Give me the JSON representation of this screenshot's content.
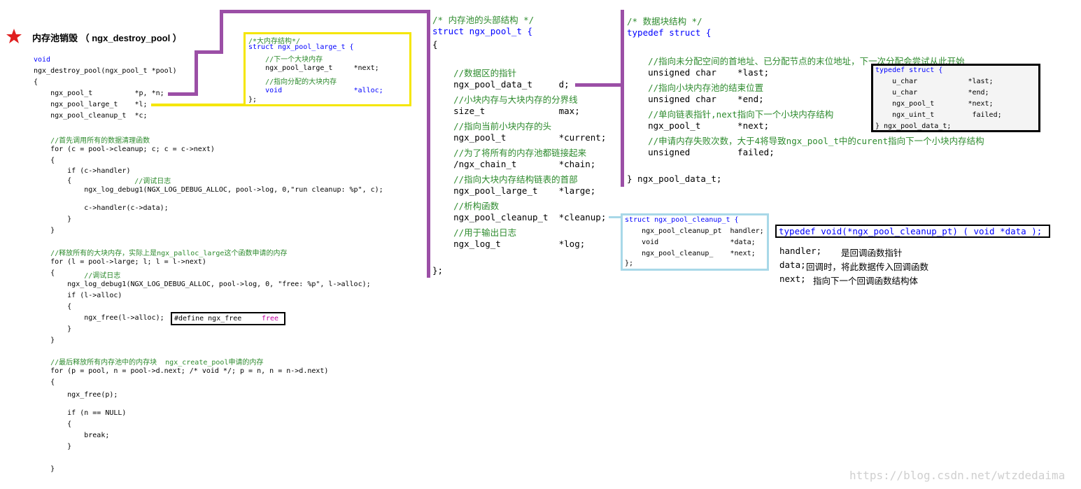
{
  "header": {
    "title": "内存池销毁 （ ngx_destroy_pool ）"
  },
  "destroy_code": [
    "void",
    "ngx_destroy_pool(ngx_pool_t *pool)",
    "{",
    "    ngx_pool_t          *p, *n;",
    "    ngx_pool_large_t    *l;",
    "    ngx_pool_cleanup_t  *c;",
    "    //首先调用所有的数据清理函数",
    "    for (c = pool->cleanup; c; c = c->next)",
    "    {",
    "        if (c->handler)",
    "        {",
    "            //调试日志",
    "            ngx_log_debug1(NGX_LOG_DEBUG_ALLOC, pool->log, 0,\"run cleanup: %p\", c);",
    "            c->handler(c->data);",
    "        }",
    "    }",
    "    //释放所有的大块内存，实际上是ngx_palloc_large这个函数申请的内存",
    "    for (l = pool->large; l; l = l->next)",
    "    {",
    "            //调试日志",
    "        ngx_log_debug1(NGX_LOG_DEBUG_ALLOC, pool->log, 0, \"free: %p\", l->alloc);",
    "        if (l->alloc)",
    "        {",
    "            ngx_free(l->alloc);",
    "        }",
    "    }",
    "    //最后释放所有内存池中的内存块  ngx_create_pool申请的内存",
    "    for (p = pool, n = pool->d.next; /* void */; p = n, n = n->d.next)",
    "    {",
    "        ngx_free(p);",
    "        if (n == NULL)",
    "        {",
    "            break;",
    "        }",
    "    }",
    "}"
  ],
  "define_box": {
    "text": "#define ngx_free   ",
    "keyword": "free"
  },
  "large_box": [
    "/*大内存结构*/",
    "struct ngx_pool_large_t {",
    "    //下一个大块内存",
    "    ngx_pool_large_t     *next;",
    "    //指向分配的大块内存",
    "    void                 *alloc;",
    "};"
  ],
  "pool_struct": [
    "/* 内存池的头部结构 */",
    "struct ngx_pool_t {",
    "{",
    "    //数据区的指针",
    "    ngx_pool_data_t     d;",
    "    //小块内存与大块内存的分界线",
    "    size_t              max;",
    "    //指向当前小块内存的头",
    "    ngx_pool_t          *current;",
    "    //为了将所有的内存池都链接起来",
    "    /ngx_chain_t        *chain;",
    "    //指向大块内存结构链表的首部",
    "    ngx_pool_large_t    *large;",
    "    //析构函数",
    "    ngx_pool_cleanup_t  *cleanup;",
    "    //用于输出日志",
    "    ngx_log_t           *log;",
    "};"
  ],
  "data_struct": [
    "/* 数据块结构 */",
    "typedef struct {",
    "    //指向未分配空间的首地址、已分配节点的末位地址，下一次分配会尝试从此开始",
    "    unsigned char    *last;",
    "    //指向小块内存池的结束位置",
    "    unsigned char    *end;",
    "    //单向链表指针,next指向下一个小块内存结构",
    "    ngx_pool_t       *next;",
    "    //申请内存失败次数，大于4将导致ngx_pool_t中的curent指向下一个小块内存结构",
    "    unsigned         failed;",
    "} ngx_pool_data_t;"
  ],
  "data_box": [
    "typedef struct {",
    "    u_char            *last;",
    "    u_char            *end;",
    "    ngx_pool_t        *next;",
    "    ngx_uint_t         failed;",
    "} ngx_pool_data_t;"
  ],
  "cleanup_box": [
    "struct ngx_pool_cleanup_t {",
    "    ngx_pool_cleanup_pt  handler;",
    "    void                 *data;",
    "    ngx_pool_cleanup_    *next;",
    "};"
  ],
  "typedef_box": "typedef void(*ngx_pool_cleanup_pt) ( void *data );",
  "cleanup_notes": [
    {
      "key": "handler;",
      "desc": "是回调函数指针"
    },
    {
      "key": "data;",
      "desc": "回调时，将此数据传入回调函数"
    },
    {
      "key": "next;",
      "desc": "指向下一个回调函数结构体"
    }
  ],
  "watermark": "https://blog.csdn.net/wtzdedaima",
  "colors": {
    "purple": "#9b4fa6",
    "yellow": "#f5e600",
    "lightblue": "#a8d8e8",
    "black": "#000000",
    "comment": "#2e8b2e",
    "keyword": "#0000ff"
  }
}
